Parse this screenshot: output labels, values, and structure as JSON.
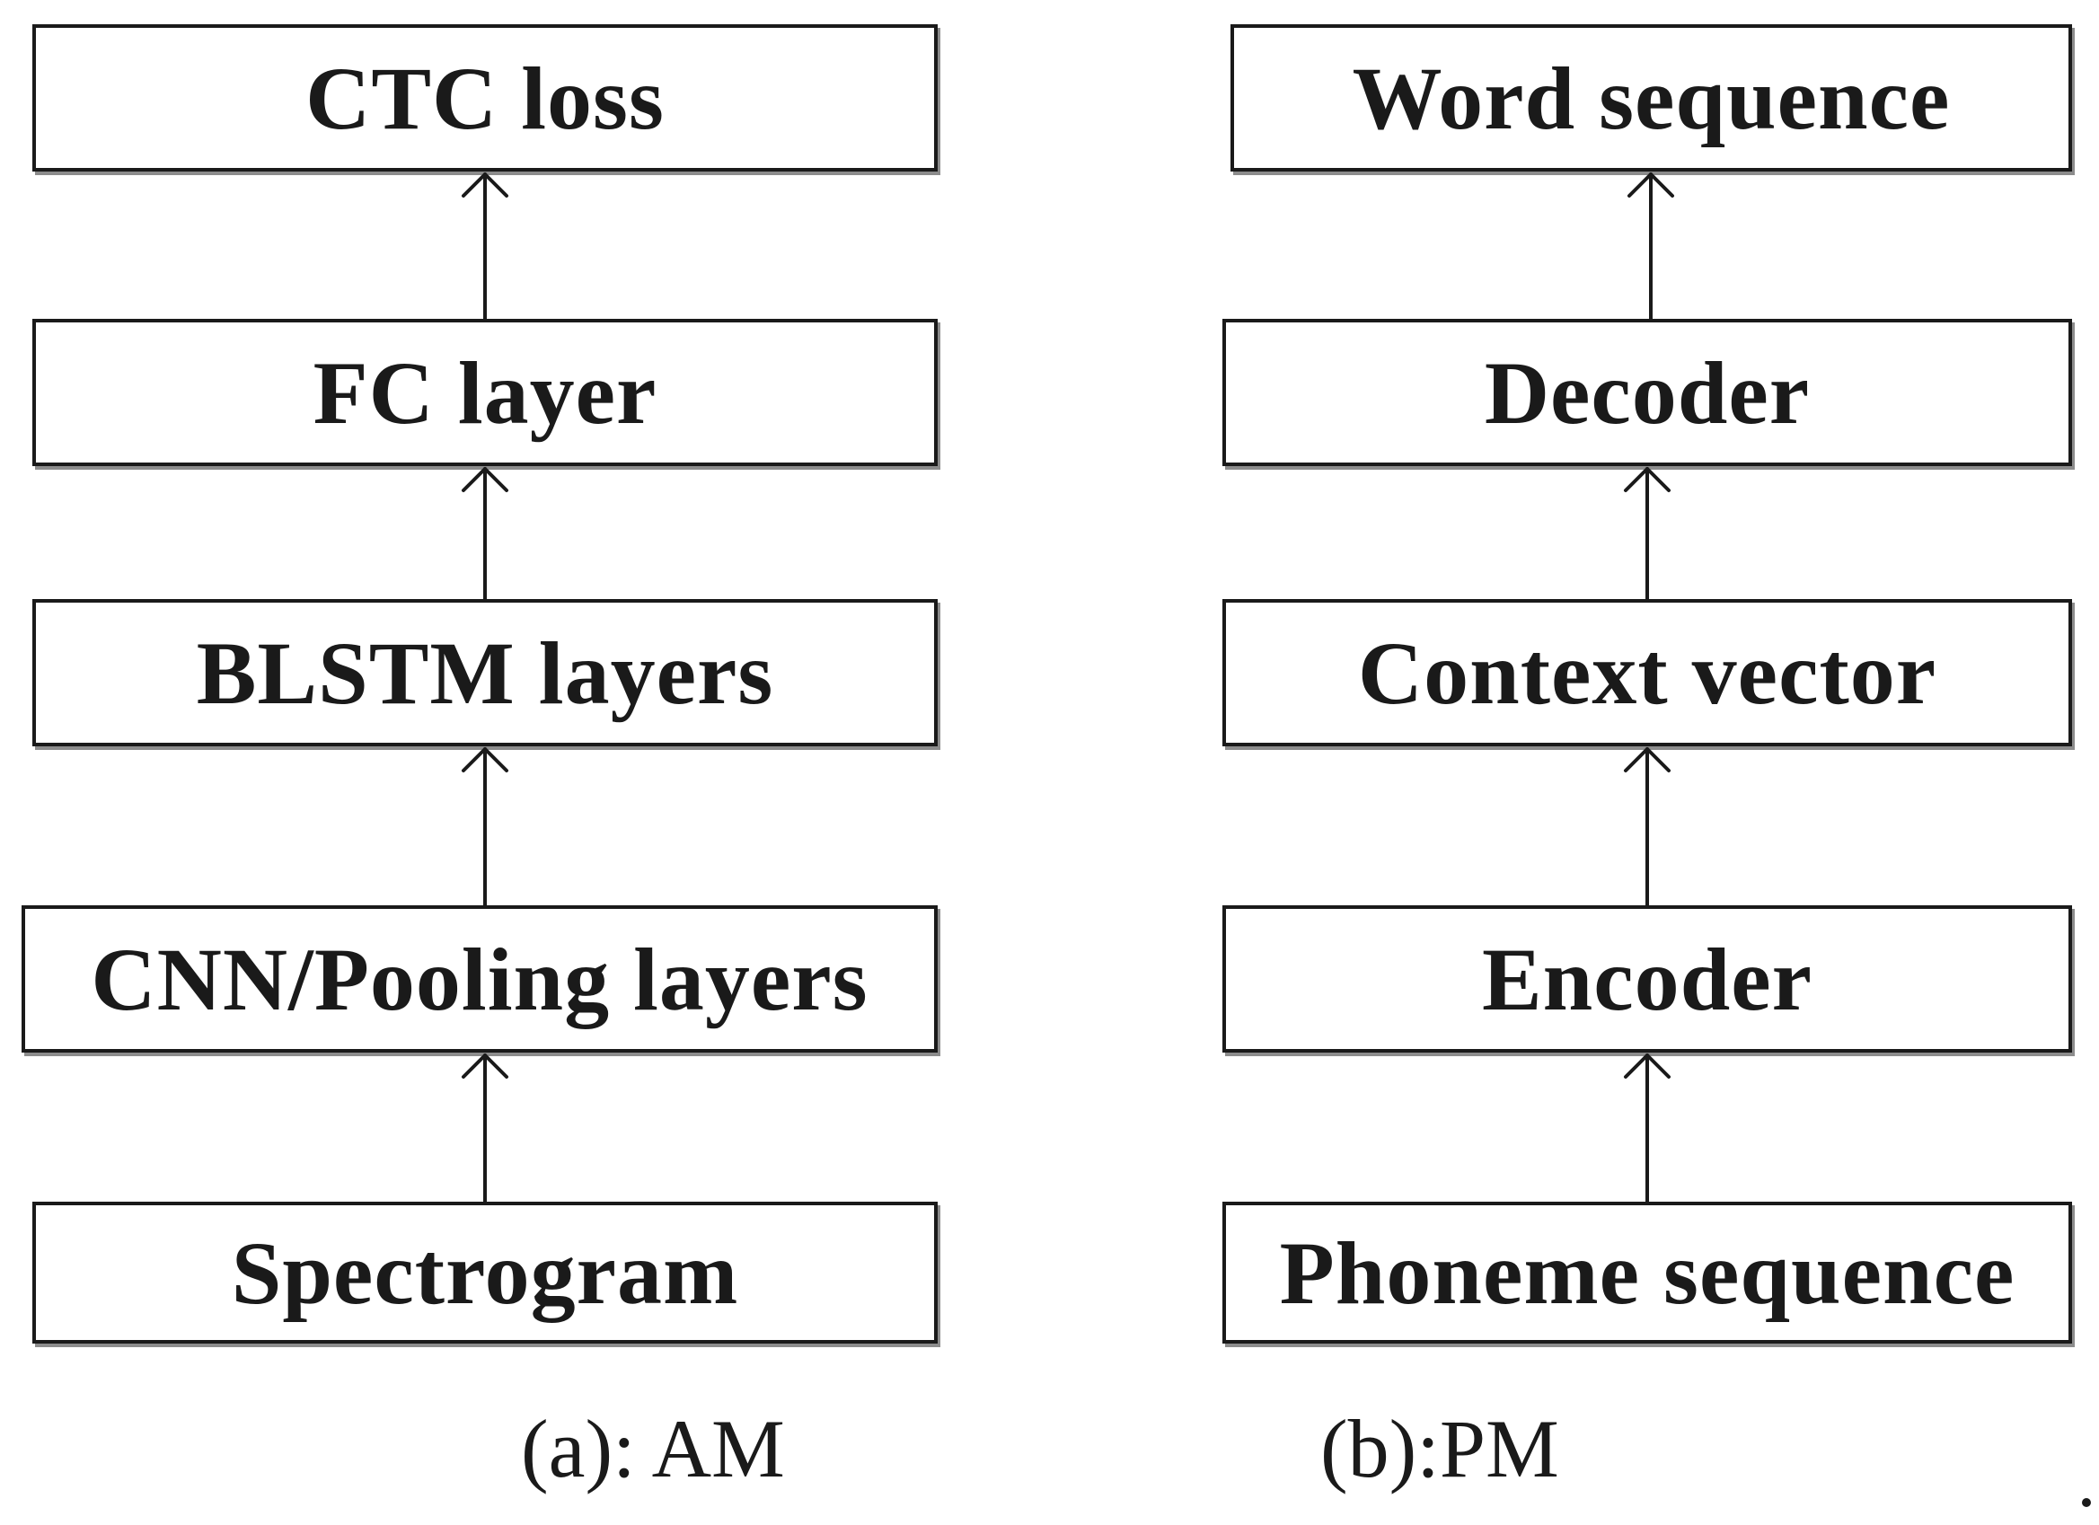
{
  "panel_a": {
    "caption": "(a): AM",
    "blocks": [
      "CTC loss",
      "FC layer",
      "BLSTM layers",
      "CNN/Pooling layers",
      "Spectrogram"
    ]
  },
  "panel_b": {
    "caption": "(b):PM",
    "blocks": [
      "Word sequence",
      "Decoder",
      "Context vector",
      "Encoder",
      "Phoneme sequence"
    ]
  },
  "edges": {
    "panel_a": [
      [
        "Spectrogram",
        "CNN/Pooling layers"
      ],
      [
        "CNN/Pooling layers",
        "BLSTM layers"
      ],
      [
        "BLSTM layers",
        "FC layer"
      ],
      [
        "FC layer",
        "CTC loss"
      ]
    ],
    "panel_b": [
      [
        "Phoneme sequence",
        "Encoder"
      ],
      [
        "Encoder",
        "Context vector"
      ],
      [
        "Context vector",
        "Decoder"
      ],
      [
        "Decoder",
        "Word sequence"
      ]
    ]
  },
  "colors": {
    "stroke": "#1a1a1a",
    "shadow": "#8c8c8c",
    "background": "#ffffff"
  }
}
